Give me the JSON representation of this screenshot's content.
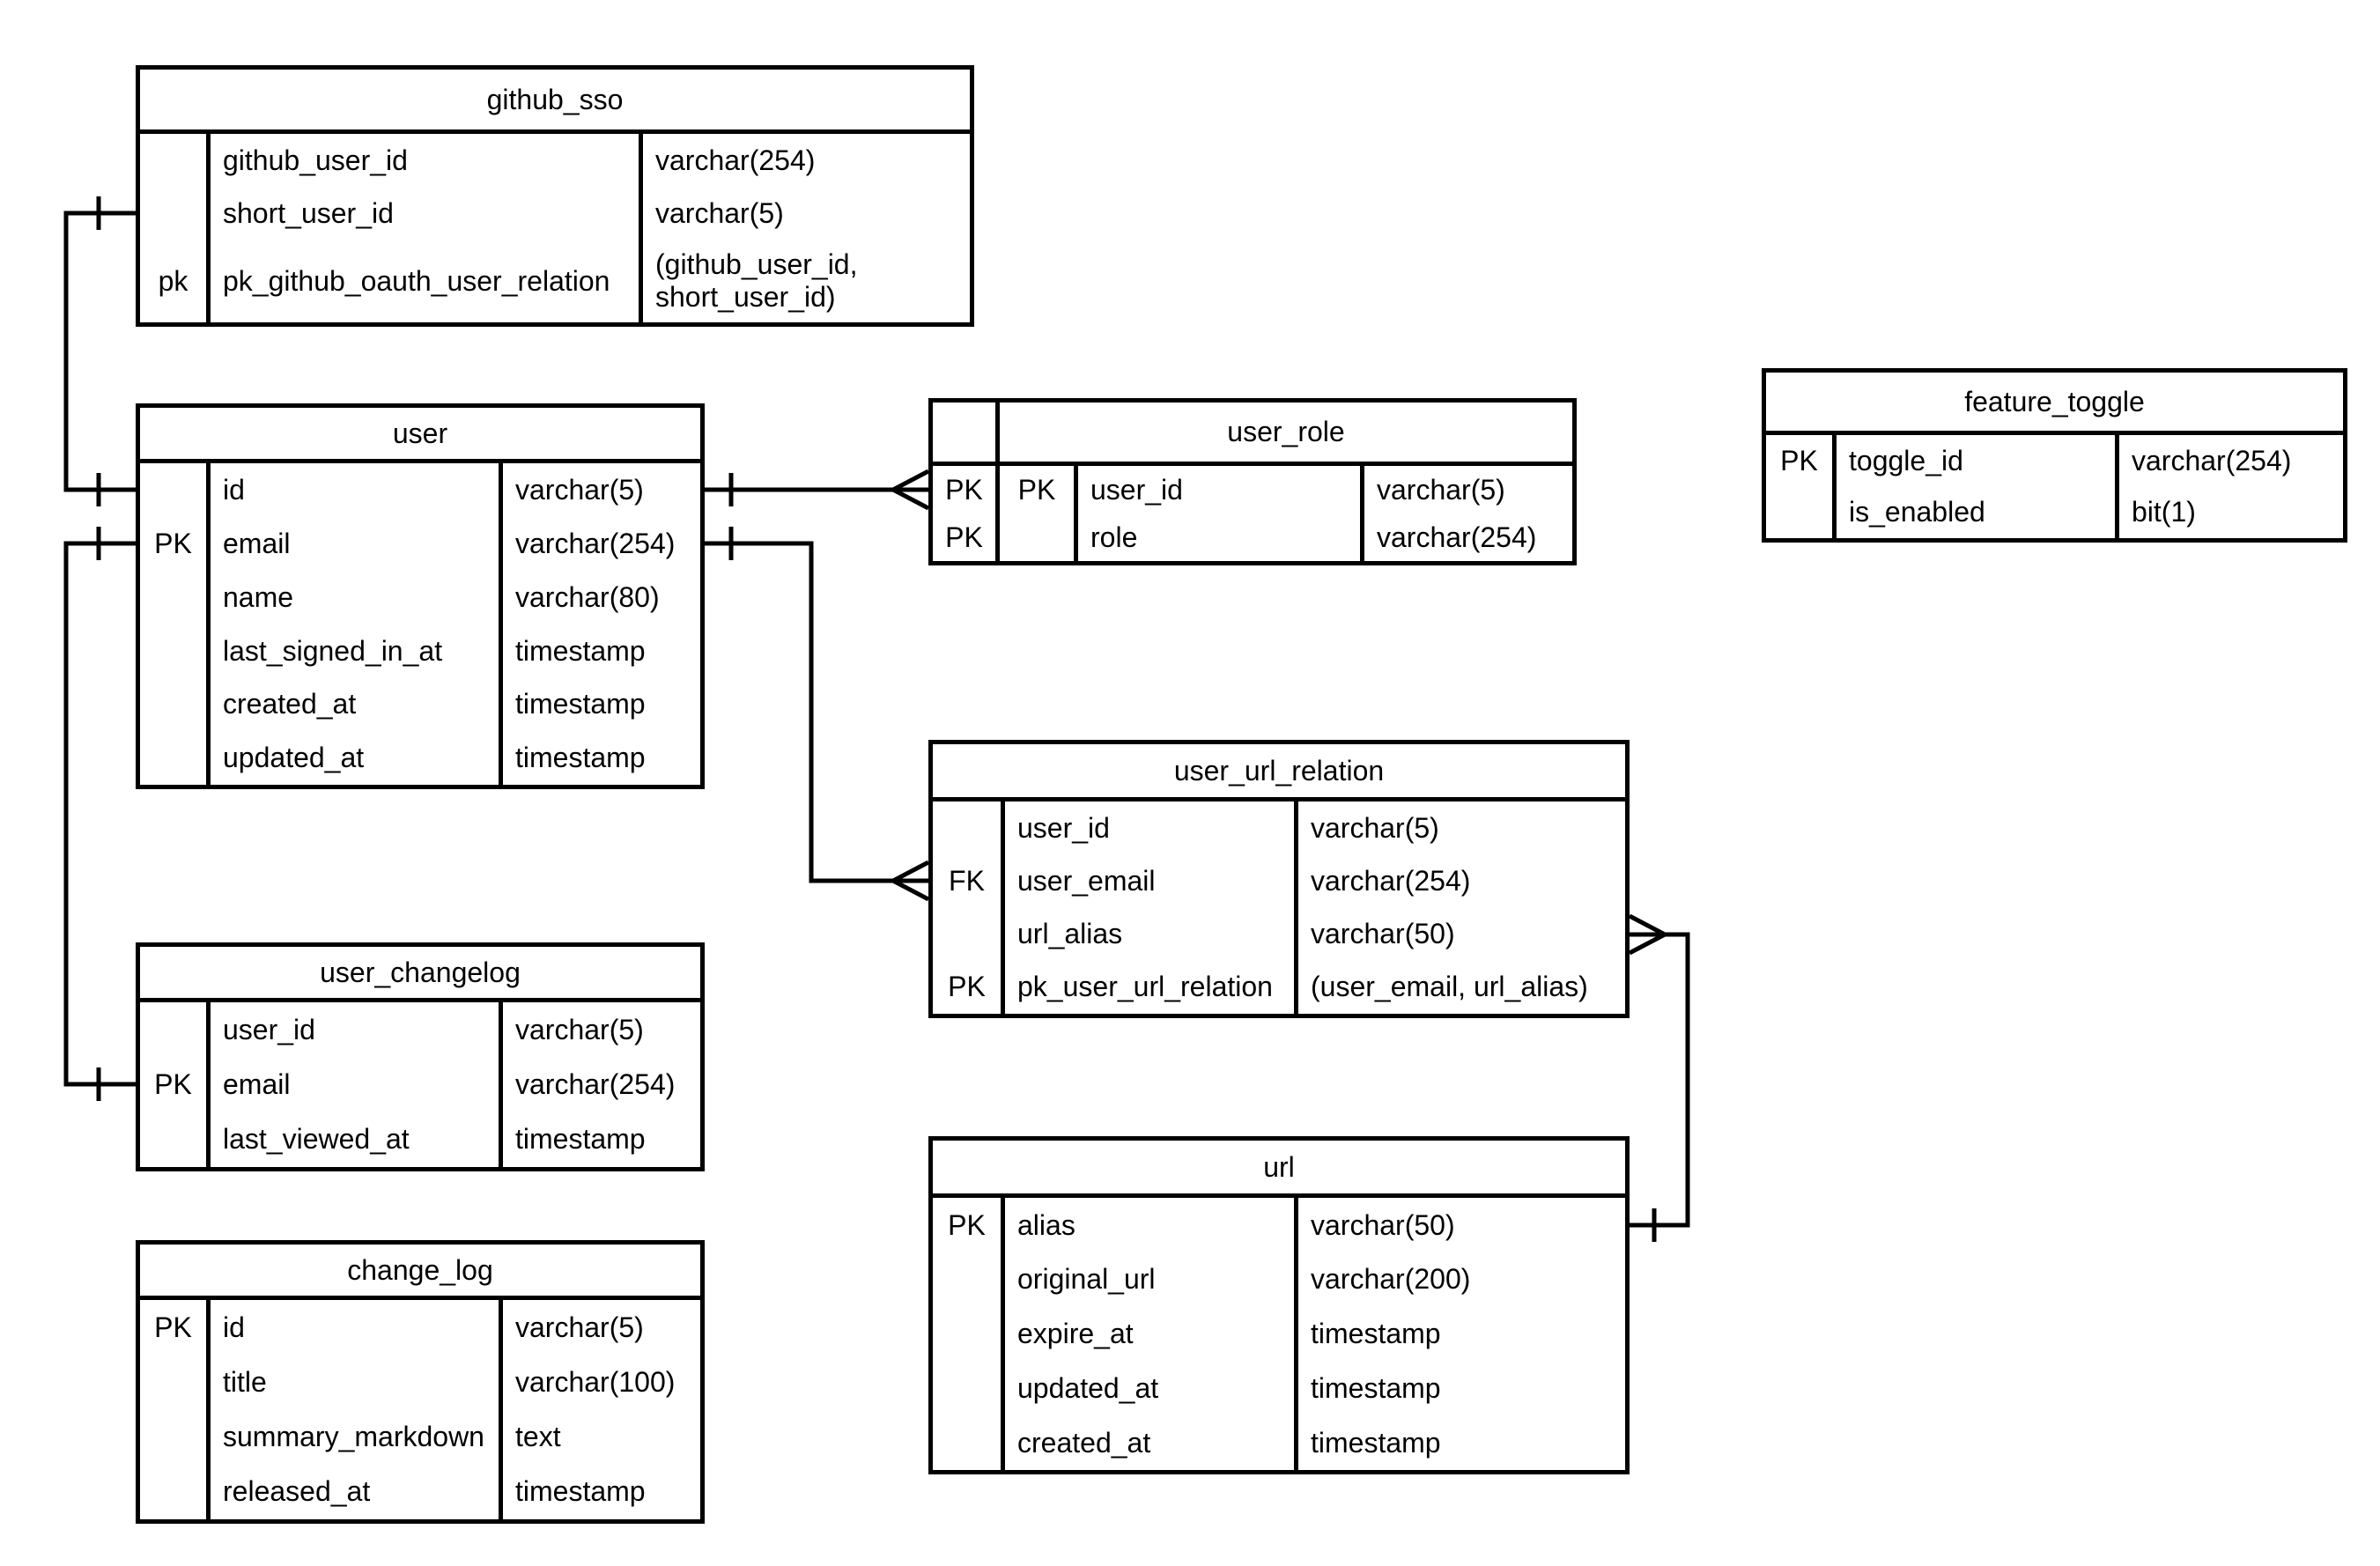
{
  "diagram": {
    "background": "#ffffff",
    "line_color": "#000000",
    "text_color": "#000000"
  },
  "tables": {
    "github_sso": {
      "title": "github_sso",
      "rows": [
        {
          "key": "",
          "name": "github_user_id",
          "type": "varchar(254)"
        },
        {
          "key": "",
          "name": "short_user_id",
          "type": "varchar(5)"
        },
        {
          "key": "pk",
          "name": "pk_github_oauth_user_relation",
          "type": "(github_user_id, short_user_id)"
        }
      ]
    },
    "user": {
      "title": "user",
      "rows": [
        {
          "key": "",
          "name": "id",
          "type": "varchar(5)"
        },
        {
          "key": "PK",
          "name": "email",
          "type": "varchar(254)"
        },
        {
          "key": "",
          "name": "name",
          "type": "varchar(80)"
        },
        {
          "key": "",
          "name": "last_signed_in_at",
          "type": "timestamp"
        },
        {
          "key": "",
          "name": "created_at",
          "type": "timestamp"
        },
        {
          "key": "",
          "name": "updated_at",
          "type": "timestamp"
        }
      ]
    },
    "user_role": {
      "title": "user_role",
      "rows": [
        {
          "key1": "PK",
          "key2": "PK",
          "name": "user_id",
          "type": "varchar(5)"
        },
        {
          "key1": "PK",
          "key2": "",
          "name": "role",
          "type": "varchar(254)"
        }
      ]
    },
    "feature_toggle": {
      "title": "feature_toggle",
      "rows": [
        {
          "key": "PK",
          "name": "toggle_id",
          "type": "varchar(254)"
        },
        {
          "key": "",
          "name": "is_enabled",
          "type": "bit(1)"
        }
      ]
    },
    "user_url_relation": {
      "title": "user_url_relation",
      "rows": [
        {
          "key": "",
          "name": "user_id",
          "type": "varchar(5)"
        },
        {
          "key": "FK",
          "name": "user_email",
          "type": "varchar(254)"
        },
        {
          "key": "",
          "name": "url_alias",
          "type": "varchar(50)"
        },
        {
          "key": "PK",
          "name": "pk_user_url_relation",
          "type": "(user_email, url_alias)"
        }
      ]
    },
    "user_changelog": {
      "title": "user_changelog",
      "rows": [
        {
          "key": "",
          "name": "user_id",
          "type": "varchar(5)"
        },
        {
          "key": "PK",
          "name": "email",
          "type": "varchar(254)"
        },
        {
          "key": "",
          "name": "last_viewed_at",
          "type": "timestamp"
        }
      ]
    },
    "change_log": {
      "title": "change_log",
      "rows": [
        {
          "key": "PK",
          "name": "id",
          "type": "varchar(5)"
        },
        {
          "key": "",
          "name": "title",
          "type": "varchar(100)"
        },
        {
          "key": "",
          "name": "summary_markdown",
          "type": "text"
        },
        {
          "key": "",
          "name": "released_at",
          "type": "timestamp"
        }
      ]
    },
    "url": {
      "title": "url",
      "rows": [
        {
          "key": "PK",
          "name": "alias",
          "type": "varchar(50)"
        },
        {
          "key": "",
          "name": "original_url",
          "type": "varchar(200)"
        },
        {
          "key": "",
          "name": "expire_at",
          "type": "timestamp"
        },
        {
          "key": "",
          "name": "updated_at",
          "type": "timestamp"
        },
        {
          "key": "",
          "name": "created_at",
          "type": "timestamp"
        }
      ]
    }
  },
  "relationships": [
    {
      "from_table": "github_sso",
      "from_column": "short_user_id",
      "to_table": "user",
      "to_column": "id",
      "from_cardinality": "one",
      "to_cardinality": "one"
    },
    {
      "from_table": "user",
      "from_column": "email",
      "to_table": "user_changelog",
      "to_column": "email",
      "from_cardinality": "one",
      "to_cardinality": "one"
    },
    {
      "from_table": "user",
      "from_column": "id",
      "to_table": "user_role",
      "to_column": "user_id",
      "from_cardinality": "one",
      "to_cardinality": "many"
    },
    {
      "from_table": "user",
      "from_column": "email",
      "to_table": "user_url_relation",
      "to_column": "user_email",
      "from_cardinality": "one",
      "to_cardinality": "many"
    },
    {
      "from_table": "user_url_relation",
      "from_column": "url_alias",
      "to_table": "url",
      "to_column": "alias",
      "from_cardinality": "many",
      "to_cardinality": "one"
    }
  ]
}
